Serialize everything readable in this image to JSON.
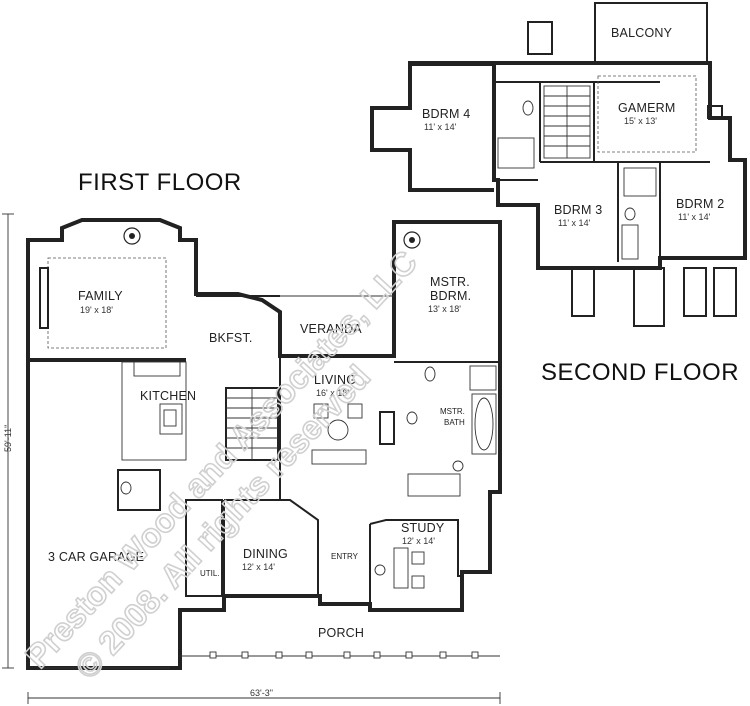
{
  "titles": {
    "first_floor": "FIRST FLOOR",
    "second_floor": "SECOND FLOOR"
  },
  "dimensions": {
    "overall_width": "63'-3\"",
    "overall_depth": "59'-11\""
  },
  "rooms": {
    "family": {
      "name": "FAMILY",
      "size": "19' x 18'"
    },
    "bkfst": {
      "name": "BKFST."
    },
    "veranda": {
      "name": "VERANDA"
    },
    "kitchen": {
      "name": "KITCHEN"
    },
    "living": {
      "name": "LIVING",
      "size": "16' x 18'"
    },
    "mstr_bdrm": {
      "name_line1": "MSTR.",
      "name_line2": "BDRM.",
      "size": "13' x 18'"
    },
    "mstr_bath": {
      "name_line1": "MSTR.",
      "name_line2": "BATH"
    },
    "garage": {
      "name": "3 CAR GARAGE"
    },
    "util": {
      "name": "UTIL."
    },
    "dining": {
      "name": "DINING",
      "size": "12' x 14'"
    },
    "entry": {
      "name": "ENTRY"
    },
    "study": {
      "name": "STUDY",
      "size": "12' x 14'"
    },
    "porch": {
      "name": "PORCH"
    },
    "balcony": {
      "name": "BALCONY"
    },
    "bdrm4": {
      "name": "BDRM 4",
      "size": "11' x 14'"
    },
    "gamerm": {
      "name": "GAMERM",
      "size": "15' x 13'"
    },
    "bdrm3": {
      "name": "BDRM 3",
      "size": "11' x 14'"
    },
    "bdrm2": {
      "name": "BDRM 2",
      "size": "11' x 14'"
    }
  },
  "watermark": {
    "line1": "Preston Wood and Associates, LLC",
    "line2": "© 2008. All rights reserved"
  },
  "colors": {
    "wall": "#222222",
    "background": "#ffffff",
    "watermark": "#d0d0d0"
  }
}
